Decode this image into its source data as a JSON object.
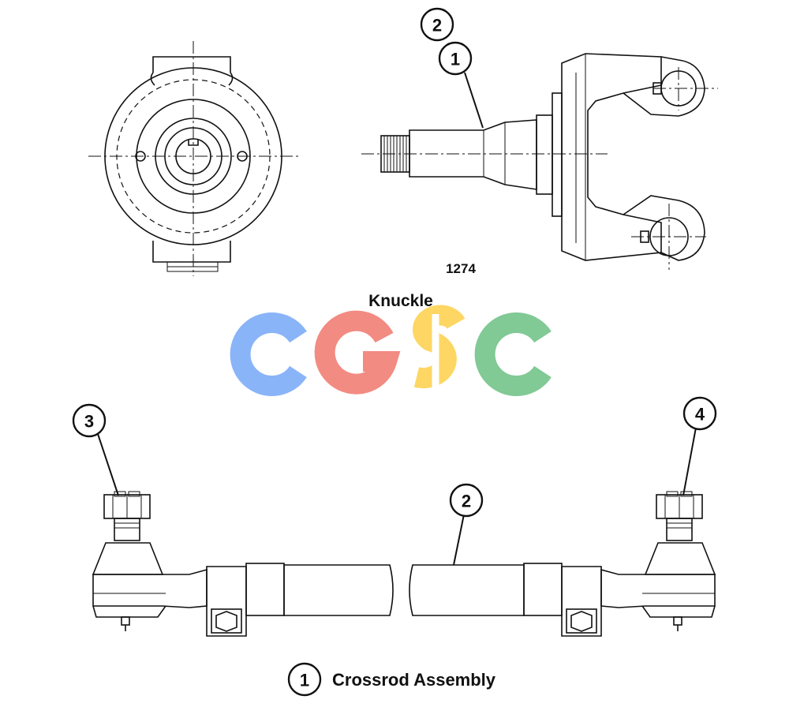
{
  "upper_figure": {
    "callouts": [
      "2",
      "1"
    ],
    "figure_number": "1274",
    "caption": "Knuckle"
  },
  "watermark": {
    "letters": [
      "C",
      "G",
      "S",
      "C"
    ],
    "colors": [
      "#8ab4f8",
      "#f28b82",
      "#fdd663",
      "#81c995"
    ]
  },
  "lower_figure": {
    "callouts": [
      "3",
      "4",
      "2"
    ],
    "legend_number": "1",
    "legend_title": "Crossrod Assembly"
  }
}
